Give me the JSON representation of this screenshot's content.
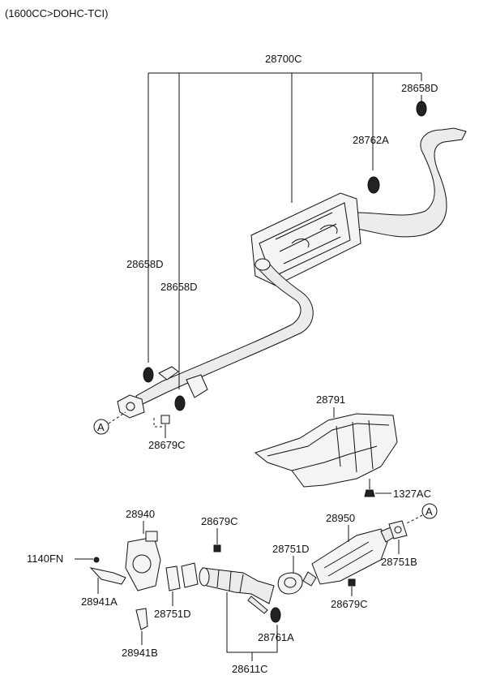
{
  "header": {
    "engine": "(1600CC>DOHC-TCI)"
  },
  "parts": {
    "p28700C": "28700C",
    "p28658D_top": "28658D",
    "p28762A": "28762A",
    "p28658D_left": "28658D",
    "p28658D_mid": "28658D",
    "p28679C_a": "28679C",
    "p28791": "28791",
    "p1327AC": "1327AC",
    "p28940": "28940",
    "p28679C_b": "28679C",
    "p28950": "28950",
    "p1140FN": "1140FN",
    "p28751D_a": "28751D",
    "p28751B": "28751B",
    "p28941A": "28941A",
    "p28751D_b": "28751D",
    "p28679C_c": "28679C",
    "p28761A": "28761A",
    "p28941B": "28941B",
    "p28611C": "28611C"
  },
  "refs": {
    "a_left": "A",
    "a_right": "A"
  }
}
